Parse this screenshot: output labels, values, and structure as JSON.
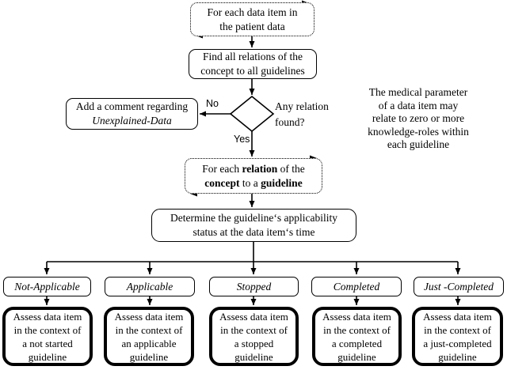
{
  "flowchart": {
    "loop_patient": {
      "line1": "For each data item in",
      "line2": "the patient data"
    },
    "find_relations": {
      "line1": "Find all relations of the",
      "line2": "concept to all guidelines"
    },
    "decision": {
      "question_line1": "Any relation",
      "question_line2": "found?",
      "no_label": "No",
      "yes_label": "Yes"
    },
    "comment_box": {
      "line1": "Add a comment regarding",
      "line2": "Unexplained-Data"
    },
    "side_note": {
      "line1": "The medical parameter",
      "line2": "of a data item may",
      "line3": "relate to zero or more",
      "line4": "knowledge-roles within",
      "line5": "each guideline"
    },
    "loop_relation": {
      "line1_pre": "For each ",
      "line1_bold": "relation",
      "line1_post": " of the",
      "line2_bold1": "concept",
      "line2_mid": " to a ",
      "line2_bold2": "guideline"
    },
    "determine": {
      "line1": "Determine the guideline‘s applicability",
      "line2": "status at the data item‘s time"
    },
    "branches": [
      {
        "label": "Not-Applicable",
        "assess": [
          "Assess data item",
          "in the context of",
          "a not started",
          "guideline"
        ]
      },
      {
        "label": "Applicable",
        "assess": [
          "Assess data item",
          "in the context of",
          "an applicable",
          "guideline"
        ]
      },
      {
        "label": "Stopped",
        "assess": [
          "Assess data item",
          "in the context of",
          "a stopped",
          "guideline"
        ]
      },
      {
        "label": "Completed",
        "assess": [
          "Assess data item",
          "in the context of",
          "a completed",
          "guideline"
        ]
      },
      {
        "label": "Just -Completed",
        "assess": [
          "Assess data item",
          "in the context of",
          "a just-completed",
          "guideline"
        ]
      }
    ]
  },
  "colors": {
    "line": "#000000",
    "background": "#ffffff"
  }
}
